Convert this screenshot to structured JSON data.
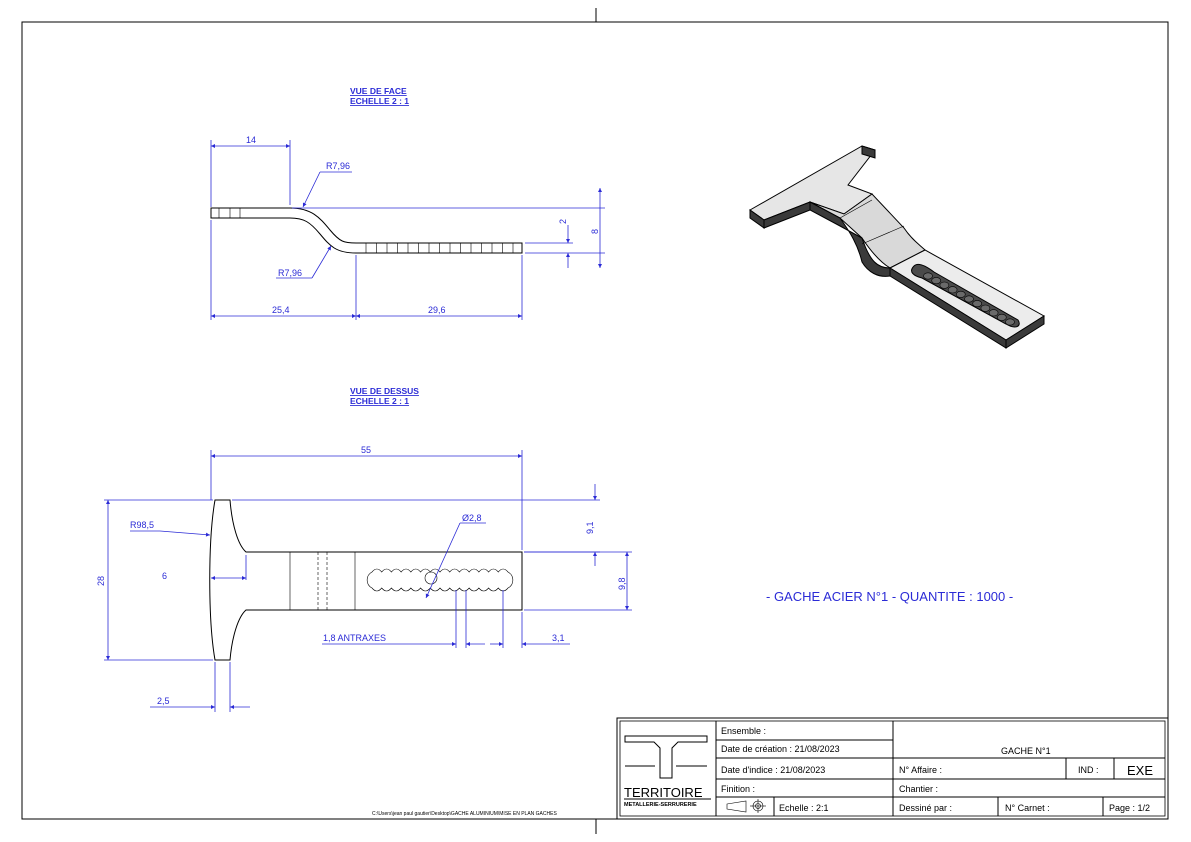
{
  "views": {
    "front_title": "VUE DE FACE",
    "front_scale": "ECHELLE 2 : 1",
    "top_title": "VUE DE DESSUS",
    "top_scale": "ECHELLE 2 : 1"
  },
  "dimensions": {
    "front_14": "14",
    "front_r1": "R7,96",
    "front_r2": "R7,96",
    "front_2": "2",
    "front_8": "8",
    "front_254": "25,4",
    "front_296": "29,6",
    "top_55": "55",
    "top_r985": "R98,5",
    "top_phi": "Ø2,8",
    "top_91": "9,1",
    "top_98": "9,8",
    "top_28": "28",
    "top_6": "6",
    "top_antraxes": "1,8 ANTRAXES",
    "top_31": "3,1",
    "top_25": "2,5"
  },
  "note": "- GACHE ACIER N°1 - QUANTITE : 1000 -",
  "file_path": "C:\\Users\\jean paul gautier\\Desktop\\GACHE ALUMINIUM\\MISE EN PLAN GACHES",
  "cartouche": {
    "logo_name": "TERRITOIRE",
    "logo_sub": "METALLERIE-SERRURERIE",
    "ensemble": "Ensemble :",
    "date_creation": "Date de création : 21/08/2023",
    "date_indice": "Date d'indice : 21/08/2023",
    "finition": "Finition :",
    "echelle": "Echelle : 2:1",
    "title": "GACHE N°1",
    "affaire": "N° Affaire :",
    "ind": "IND :",
    "exe": "EXE",
    "chantier": "Chantier :",
    "dessine": "Dessiné par :",
    "carnet": "N° Carnet :",
    "page": "Page : 1/2"
  },
  "colors": {
    "dimension": "#2b2bd6",
    "line": "#000000",
    "part_face": "#e8e8e8",
    "part_side": "#3a3a3a"
  },
  "icons": [
    "projection-symbol-icon",
    "territoire-logo-icon"
  ]
}
